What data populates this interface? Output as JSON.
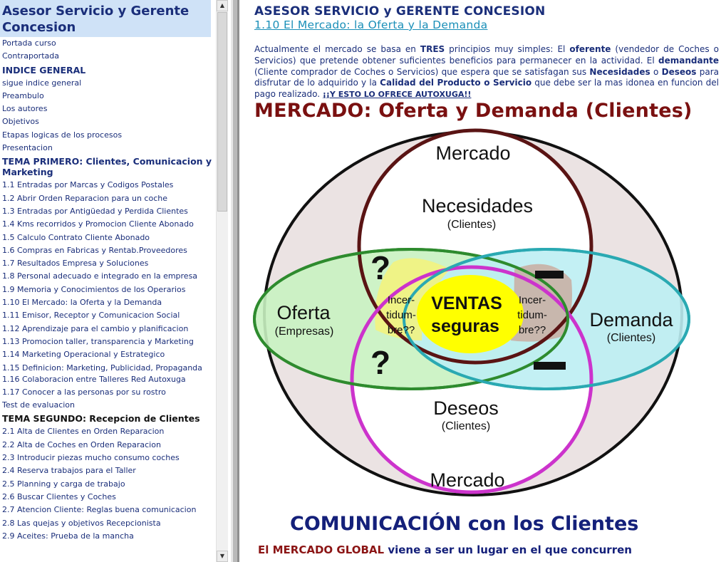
{
  "sidebar": {
    "title_line1": "Asesor Servicio y Gerente",
    "title_line2": "Concesion",
    "items": [
      {
        "label": "Portada curso",
        "kind": "item"
      },
      {
        "label": "Contraportada",
        "kind": "item"
      },
      {
        "label": "INDICE GENERAL",
        "kind": "section"
      },
      {
        "label": "sigue indice general",
        "kind": "item"
      },
      {
        "label": "Preambulo",
        "kind": "item"
      },
      {
        "label": "Los autores",
        "kind": "item"
      },
      {
        "label": "Objetivos",
        "kind": "item"
      },
      {
        "label": "Etapas logicas de los procesos",
        "kind": "item"
      },
      {
        "label": "Presentacion",
        "kind": "item"
      },
      {
        "label": "TEMA PRIMERO: Clientes, Comunicacion y Marketing",
        "kind": "section-wrap"
      },
      {
        "label": "1.1 Entradas por Marcas y Codigos Postales",
        "kind": "item"
      },
      {
        "label": "1.2 Abrir Orden Reparacion para un coche",
        "kind": "item"
      },
      {
        "label": "1.3 Entradas por Antigüedad y Perdida Clientes",
        "kind": "item"
      },
      {
        "label": "1.4 Kms recorridos y Promocion Cliente Abonado",
        "kind": "item"
      },
      {
        "label": "1.5 Calculo Contrato Cliente Abonado",
        "kind": "item"
      },
      {
        "label": "1.6 Compras en Fabricas y Rentab.Proveedores",
        "kind": "item"
      },
      {
        "label": "1.7 Resultados Empresa y Soluciones",
        "kind": "item"
      },
      {
        "label": "1.8 Personal adecuado e integrado en la empresa",
        "kind": "item"
      },
      {
        "label": "1.9 Memoria y Conocimientos de los Operarios",
        "kind": "item"
      },
      {
        "label": "1.10 El Mercado: la Oferta y la Demanda",
        "kind": "item"
      },
      {
        "label": "1.11 Emisor, Receptor y Comunicacion Social",
        "kind": "item"
      },
      {
        "label": "1.12 Aprendizaje para el cambio y planificacion",
        "kind": "item"
      },
      {
        "label": "1.13 Promocion taller, transparencia y Marketing",
        "kind": "item"
      },
      {
        "label": "1.14 Marketing Operacional y Estrategico",
        "kind": "item"
      },
      {
        "label": "1.15 Definicion: Marketing, Publicidad, Propaganda",
        "kind": "item-wrap"
      },
      {
        "label": "1.16 Colaboracion entre Talleres Red Autoxuga",
        "kind": "item"
      },
      {
        "label": "1.17 Conocer a las personas por su rostro",
        "kind": "item"
      },
      {
        "label": "Test de evaluacion",
        "kind": "item"
      },
      {
        "label": "TEMA SEGUNDO: Recepcion de Clientes",
        "kind": "section-dark"
      },
      {
        "label": "2.1 Alta de Clientes en Orden Reparacion",
        "kind": "item"
      },
      {
        "label": "2.2 Alta de Coches en Orden Reparacion",
        "kind": "item"
      },
      {
        "label": "2.3 Introducir piezas mucho consumo coches",
        "kind": "item"
      },
      {
        "label": "2.4 Reserva trabajos para el Taller",
        "kind": "item"
      },
      {
        "label": "2.5 Planning y carga de trabajo",
        "kind": "item"
      },
      {
        "label": "2.6 Buscar Clientes y Coches",
        "kind": "item"
      },
      {
        "label": "2.7 Atencion Cliente: Reglas buena comunicacion",
        "kind": "item"
      },
      {
        "label": "2.8 Las quejas y objetivos Recepcionista",
        "kind": "item"
      },
      {
        "label": "2.9 Aceites: Prueba de la mancha",
        "kind": "item"
      }
    ],
    "scroll_up_icon": "▲",
    "scroll_down_icon": "▼"
  },
  "content": {
    "title": "ASESOR SERVICIO y GERENTE CONCESION",
    "subtitle": "1.10 El Mercado: la Oferta y la Demanda",
    "intro": {
      "p1": "Actualmente el mercado se basa en ",
      "b1": "TRES",
      "p2": " principios muy simples: El ",
      "b2": "oferente",
      "p3": " (vendedor de Coches o Servicios) que pretende obtener suficientes beneficios para permanecer en la actividad. El ",
      "b3": "demandante",
      "p4": " (Cliente comprador de Coches o Servicios) que espera que se satisfagan sus ",
      "b4": "Necesidades",
      "p5": " o ",
      "b5": "Deseos",
      "p6": " para disfrutar de lo adquirido y la ",
      "b6": "Calidad del Producto o Servicio",
      "p7": " que debe ser la mas idonea en funcion del pago realizado. ",
      "promo": "¡¡Y ESTO LO OFRECE AUTOXUGA!!"
    },
    "diagram_heading_a": "MERCADO",
    "diagram_heading_b": ": Oferta y Demanda (Clientes)",
    "diagram": {
      "mercado_top": "Mercado",
      "mercado_bottom": "Mercado",
      "necesidades": "Necesidades",
      "necesidades_sub": "(Clientes)",
      "oferta": "Oferta",
      "oferta_sub": "(Empresas)",
      "demanda": "Demanda",
      "demanda_sub": "(Clientes)",
      "deseos": "Deseos",
      "deseos_sub": "(Clientes)",
      "ventas_1": "VENTAS",
      "ventas_2": "seguras",
      "incert_left_1": "Incer-",
      "incert_left_2": "tidum-",
      "incert_left_3": "bre??",
      "incert_right_1": "Incer-",
      "incert_right_2": "tidum-",
      "incert_right_3": "bre??",
      "question": "?",
      "minus": "–"
    },
    "comm_heading": "COMUNICACIÓN con los Clientes",
    "global_red": "El MERCADO GLOBAL",
    "global_rest": "viene a ser un lugar en el que concurren"
  },
  "colors": {
    "navy": "#1a2e7a",
    "link_teal": "#1a8fb8",
    "maroon": "#7a1010",
    "oferta_fill": "#c9f2c1",
    "oferta_stroke": "#2e8b2e",
    "demanda_fill": "#bdeef3",
    "demanda_stroke": "#2aa9b2",
    "necesidades_stroke": "#5a1414",
    "deseos_stroke": "#cc33cc",
    "ventas_fill": "#ffff00",
    "market_fill": "#ebe3e3"
  }
}
